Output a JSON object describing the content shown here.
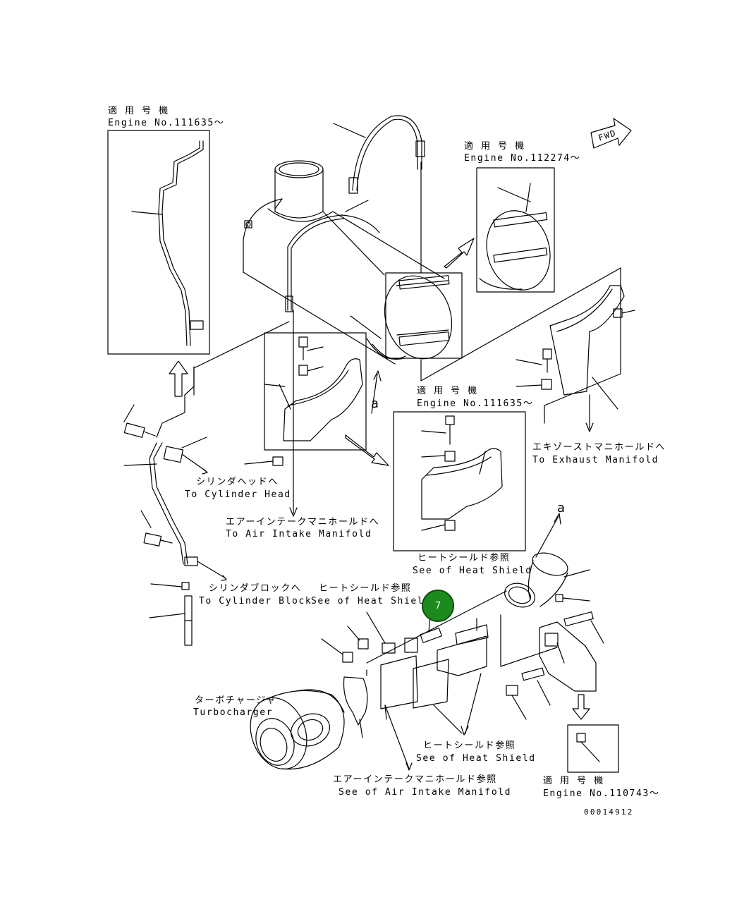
{
  "labels": {
    "eng_top_left_ja": "適 用 号 機",
    "eng_top_left_en": "Engine No.111635～",
    "eng_top_right_ja": "適 用 号 機",
    "eng_top_right_en": "Engine No.112274～",
    "fwd": "FWD",
    "eng_mid_ja": "適 用 号 機",
    "eng_mid_en": "Engine No.111635～",
    "ref_a_upper": "a",
    "ref_a_lower": "a",
    "exhaust_ja": "エキゾーストマニホールドへ",
    "exhaust_en": "To Exhaust Manifold",
    "cyl_head_ja": "シリンダヘッドへ",
    "cyl_head_en": "To Cylinder Head",
    "air_intake_ja": "エアーインテークマニホールドへ",
    "air_intake_en": "To Air Intake Manifold",
    "heat_shield_top_ja": "ヒートシールド参照",
    "heat_shield_top_en": "See of Heat Shield",
    "cyl_block_ja": "シリンダブロックへ",
    "cyl_block_en": "To Cylinder Block",
    "heat_shield_mid_ja": "ヒートシールド参照",
    "heat_shield_mid_en": "See of Heat Shield",
    "turbo_ja": "ターボチャージャ",
    "turbo_en": "Turbocharger",
    "heat_shield_low_ja": "ヒートシールド参照",
    "heat_shield_low_en": "See of Heat Shield",
    "see_air_intake_ja": "エアーインテークマニホールド参照",
    "see_air_intake_en": "See of Air Intake Manifold",
    "eng_bottom_ja": "適 用 号 機",
    "eng_bottom_en": "Engine No.110743～",
    "drawing_no": "00014912"
  },
  "callout": {
    "number": "7",
    "color": "#1c8a1c"
  }
}
